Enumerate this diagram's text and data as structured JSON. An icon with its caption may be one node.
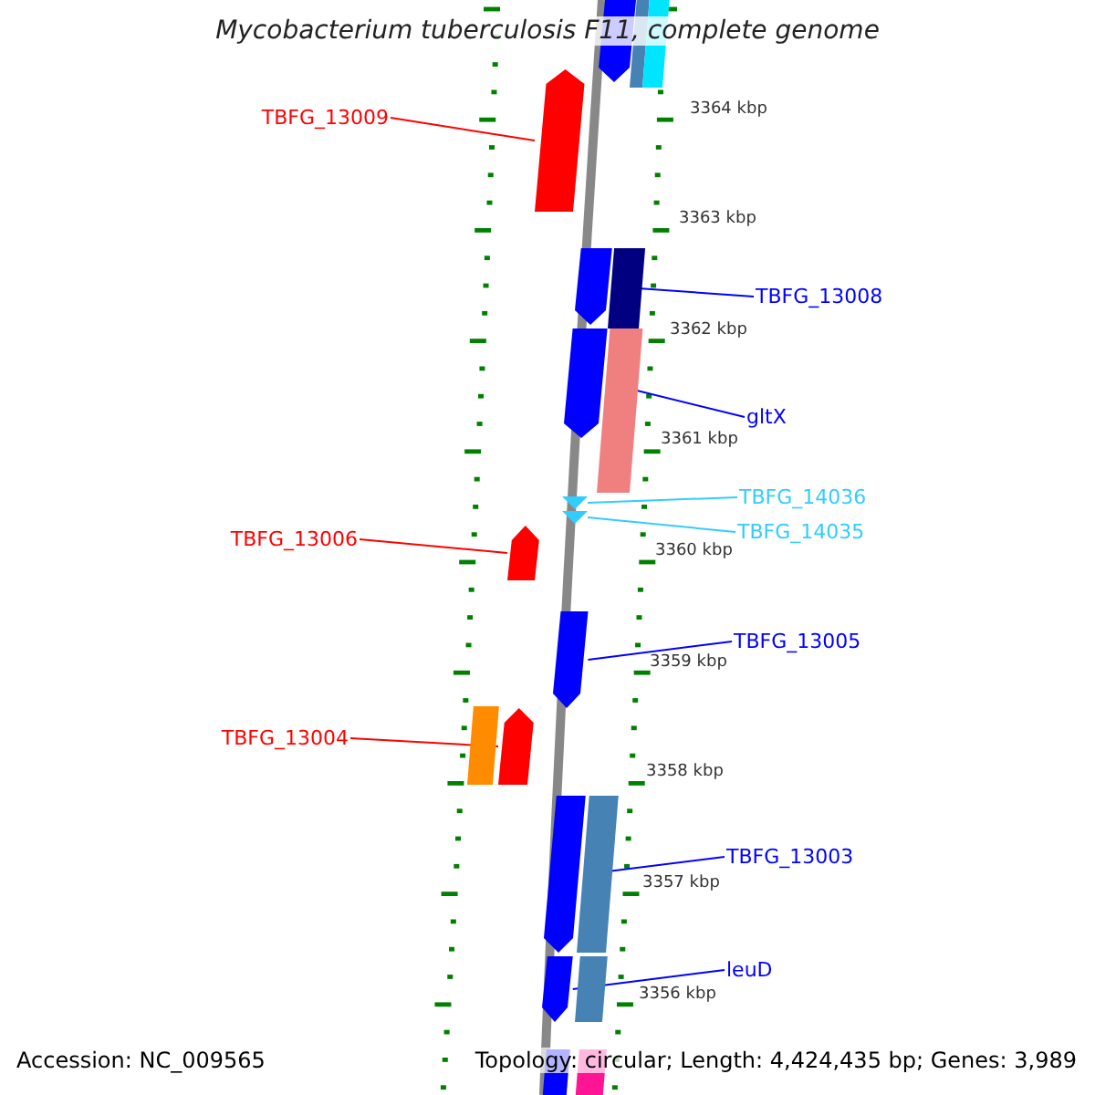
{
  "diagram": {
    "title": "Mycobacterium tuberculosis F11, complete genome",
    "nodes": [
      {
        "text": [
          "TBFG_13009"
        ]
      },
      {
        "text": [
          "TBFG_13008"
        ]
      },
      {
        "text": [
          "gltX"
        ]
      },
      {
        "text": [
          "TBFG_14036"
        ]
      },
      {
        "text": [
          "TBFG_14035"
        ]
      },
      {
        "text": [
          "TBFG_13006"
        ]
      },
      {
        "text": [
          "TBFG_13005"
        ]
      },
      {
        "text": [
          "TBFG_13004"
        ]
      },
      {
        "text": [
          "TBFG_13003"
        ]
      },
      {
        "text": [
          "leuD"
        ]
      },
      {
        "text": [],
        "shape": "arrow"
      },
      {
        "text": [],
        "shape": "arrow"
      },
      {
        "text": [],
        "shape": "arrow"
      },
      {
        "text": [],
        "shape": "triangle"
      },
      {
        "text": [],
        "shape": "triangle"
      },
      {
        "text": [],
        "shape": "arrow"
      },
      {
        "text": [],
        "shape": "arrow"
      },
      {
        "text": [],
        "shape": "arrow"
      },
      {
        "text": [],
        "shape": "arrow"
      },
      {
        "text": [],
        "shape": "arrow"
      },
      {
        "text": [],
        "shape": "arrow"
      },
      {
        "text": [],
        "shape": "bar"
      },
      {
        "text": [],
        "shape": "bar"
      },
      {
        "text": [],
        "shape": "bar"
      },
      {
        "text": [],
        "shape": "bar"
      },
      {
        "text": [],
        "shape": "bar"
      },
      {
        "text": [],
        "shape": "bar"
      },
      {
        "text": [],
        "shape": "bar"
      },
      {
        "text": [],
        "shape": "bar"
      },
      {
        "text": [],
        "shape": "bar"
      }
    ],
    "edges": [
      {
        "from": 0,
        "to": 10,
        "arrow": "none",
        "color": "#ff0000"
      },
      {
        "from": 1,
        "to": 11,
        "arrow": "none"
      },
      {
        "from": 2,
        "to": 12,
        "arrow": "none"
      },
      {
        "from": 3,
        "to": 13,
        "arrow": "none",
        "color": "#33ccff"
      },
      {
        "from": 4,
        "to": 14,
        "arrow": "none",
        "color": "#33ccff"
      },
      {
        "from": 5,
        "to": 15,
        "arrow": "none",
        "color": "#ff0000"
      },
      {
        "from": 6,
        "to": 16,
        "arrow": "none"
      },
      {
        "from": 7,
        "to": 17,
        "arrow": "none",
        "color": "#ff0000"
      },
      {
        "from": 8,
        "to": 18,
        "arrow": "none"
      },
      {
        "from": 9,
        "to": 19,
        "arrow": "none"
      }
    ],
    "labels": [
      "3364 kbp",
      "3363 kbp",
      "3362 kbp",
      "3361 kbp",
      "3360 kbp",
      "3359 kbp",
      "3358 kbp",
      "3357 kbp",
      "3356 kbp",
      "Accession: NC_009565",
      "Topology: circular; Length: 4,424,435 bp; Genes: 3,989"
    ]
  }
}
